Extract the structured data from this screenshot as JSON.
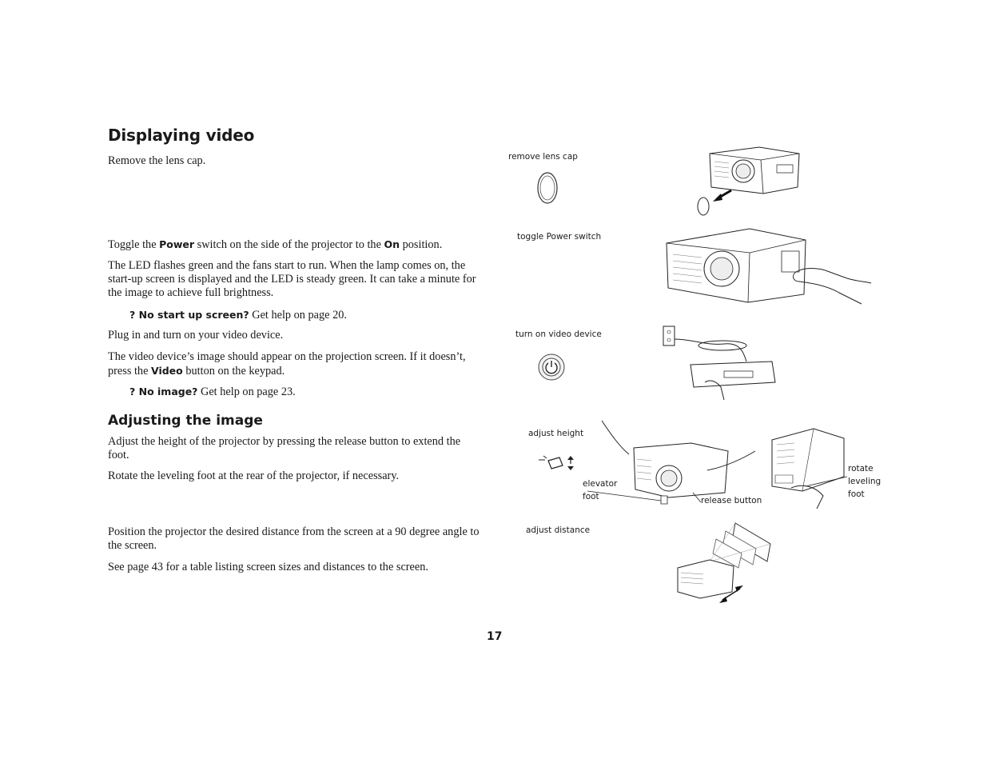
{
  "heading": "Displaying video",
  "subheading": "Adjusting the image",
  "paragraphs": {
    "remove_cap": "Remove the lens cap.",
    "toggle_pre": "Toggle the ",
    "toggle_power": "Power",
    "toggle_mid": " switch on the side of the projector to the ",
    "toggle_on": "On",
    "toggle_post": " position.",
    "led": "The LED flashes green and the fans start to run. When the lamp comes on, the start-up screen is displayed and the LED is steady green. It can take a minute for the image to achieve full brightness.",
    "tip1_label": "? No start up screen?",
    "tip1_text": " Get help on page 20.",
    "plug_in": "Plug in and turn on your video device.",
    "video_pre": "The video device’s image should appear on the projection screen. If it doesn’t, press the ",
    "video_kw": "Video",
    "video_post": " button on the keypad.",
    "tip2_label": "? No image?",
    "tip2_text": " Get help on page 23.",
    "adjust_height": "Adjust the height of the projector by pressing the release button to extend the foot.",
    "rotate_foot": "Rotate the leveling foot at the rear of the projector, if necessary.",
    "position": "Position the projector the desired distance from the screen at a 90 degree angle to the screen.",
    "see_page": "See page 43 for a table listing screen sizes and distances to the screen."
  },
  "captions": {
    "remove_lens_cap": "remove lens cap",
    "toggle_power_switch": "toggle Power switch",
    "turn_on_video_device": "turn on video device",
    "adjust_height": "adjust height",
    "elevator_1": "elevator",
    "elevator_2": "foot",
    "release_button": "release button",
    "rotate_1": "rotate",
    "rotate_2": "leveling",
    "rotate_3": "foot",
    "adjust_distance": "adjust distance"
  },
  "icons": [
    "lens-cap-icon",
    "power-icon",
    "elevator-foot-icon"
  ],
  "page_number": "17"
}
